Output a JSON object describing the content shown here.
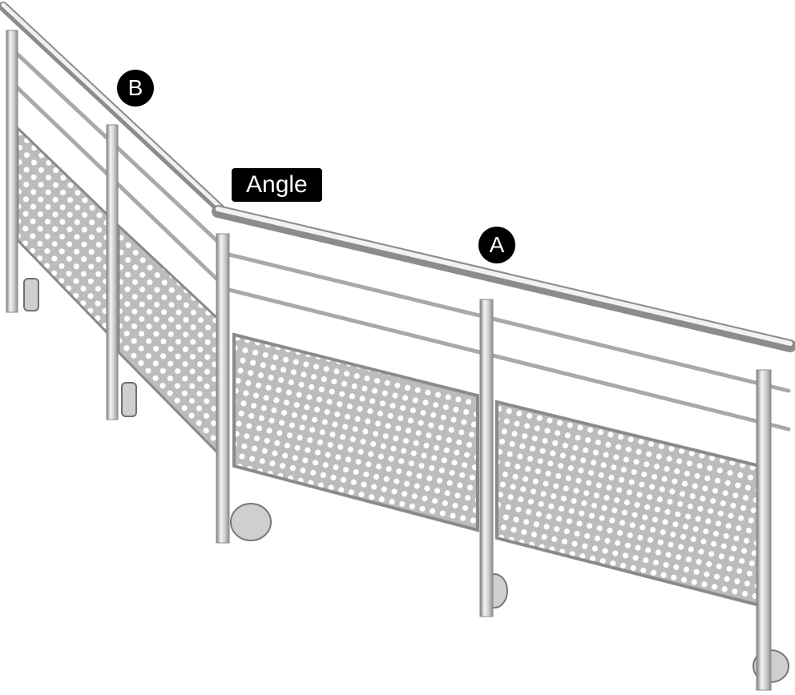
{
  "labels": {
    "point_b": "B",
    "angle": "Angle",
    "point_a": "A"
  },
  "colors": {
    "metal_light": "#f2f2f2",
    "metal_mid": "#c4c4c4",
    "metal_dark": "#8a8a8a",
    "panel": "#bdbdbd",
    "label_bg": "#000000",
    "label_text": "#ffffff"
  }
}
